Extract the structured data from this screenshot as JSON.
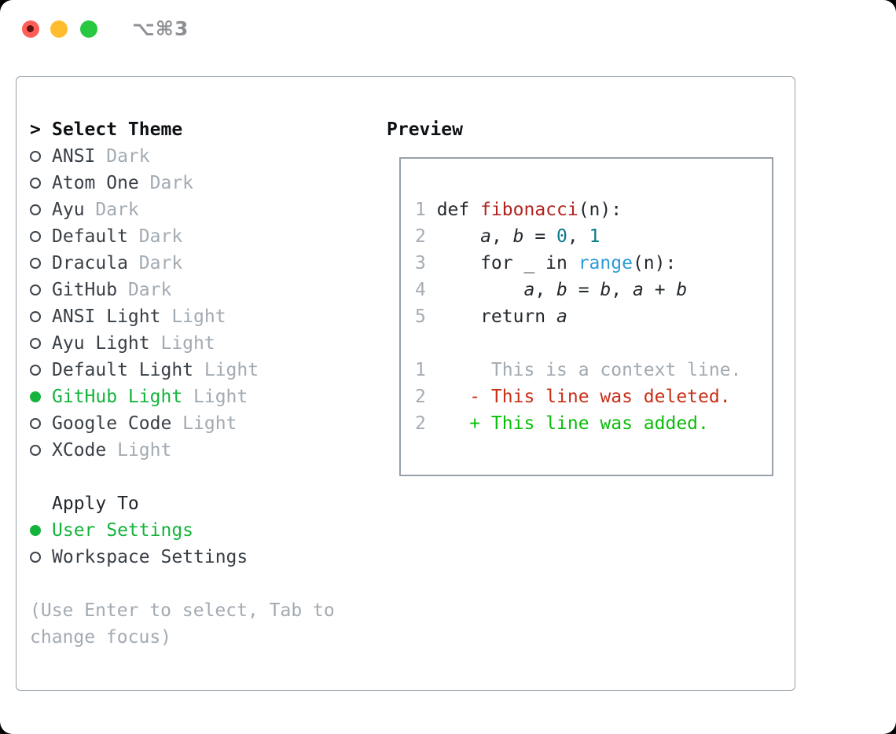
{
  "window": {
    "title": "⌥⌘3"
  },
  "titlebar": {
    "buttons": [
      "close",
      "minimize",
      "zoom"
    ]
  },
  "theme_panel": {
    "header_prefix": ">",
    "header": "Select Theme",
    "items": [
      {
        "name": "ANSI",
        "tag": "Dark",
        "selected": false
      },
      {
        "name": "Atom One",
        "tag": "Dark",
        "selected": false
      },
      {
        "name": "Ayu",
        "tag": "Dark",
        "selected": false
      },
      {
        "name": "Default",
        "tag": "Dark",
        "selected": false
      },
      {
        "name": "Dracula",
        "tag": "Dark",
        "selected": false
      },
      {
        "name": "GitHub",
        "tag": "Dark",
        "selected": false
      },
      {
        "name": "ANSI Light",
        "tag": "Light",
        "selected": false
      },
      {
        "name": "Ayu Light",
        "tag": "Light",
        "selected": false
      },
      {
        "name": "Default Light",
        "tag": "Light",
        "selected": false
      },
      {
        "name": "GitHub Light",
        "tag": "Light",
        "selected": true
      },
      {
        "name": "Google Code",
        "tag": "Light",
        "selected": false
      },
      {
        "name": "XCode",
        "tag": "Light",
        "selected": false
      }
    ],
    "apply_to": {
      "header": "Apply To",
      "options": [
        {
          "label": "User Settings",
          "selected": true
        },
        {
          "label": "Workspace Settings",
          "selected": false
        }
      ]
    },
    "help_lines": [
      "(Use Enter to select, Tab to",
      "change focus)"
    ]
  },
  "preview": {
    "header": "Preview",
    "code_lines": [
      {
        "num": "1",
        "tokens": [
          {
            "t": "def ",
            "c": "plain"
          },
          {
            "t": "fibonacci",
            "c": "func"
          },
          {
            "t": "(n):",
            "c": "plain"
          }
        ]
      },
      {
        "num": "2",
        "tokens": [
          {
            "t": "    ",
            "c": "plain"
          },
          {
            "t": "a",
            "c": "var"
          },
          {
            "t": ", ",
            "c": "plain"
          },
          {
            "t": "b",
            "c": "var"
          },
          {
            "t": " = ",
            "c": "plain"
          },
          {
            "t": "0",
            "c": "num"
          },
          {
            "t": ", ",
            "c": "plain"
          },
          {
            "t": "1",
            "c": "num"
          }
        ]
      },
      {
        "num": "3",
        "tokens": [
          {
            "t": "    for _ in ",
            "c": "plain"
          },
          {
            "t": "range",
            "c": "builtin"
          },
          {
            "t": "(n):",
            "c": "plain"
          }
        ]
      },
      {
        "num": "4",
        "tokens": [
          {
            "t": "        ",
            "c": "plain"
          },
          {
            "t": "a",
            "c": "var"
          },
          {
            "t": ", ",
            "c": "plain"
          },
          {
            "t": "b",
            "c": "var"
          },
          {
            "t": " = ",
            "c": "plain"
          },
          {
            "t": "b",
            "c": "var"
          },
          {
            "t": ", ",
            "c": "plain"
          },
          {
            "t": "a",
            "c": "var"
          },
          {
            "t": " + ",
            "c": "plain"
          },
          {
            "t": "b",
            "c": "var"
          }
        ]
      },
      {
        "num": "5",
        "tokens": [
          {
            "t": "    return ",
            "c": "plain"
          },
          {
            "t": "a",
            "c": "var"
          }
        ]
      }
    ],
    "diff_lines": [
      {
        "num": "1",
        "text": "     This is a context line.",
        "kind": "context"
      },
      {
        "num": "2",
        "text": "   - This line was deleted.",
        "kind": "deleted"
      },
      {
        "num": "2",
        "text": "   + This line was added.",
        "kind": "added"
      }
    ]
  },
  "colors": {
    "selection_green": "#14b43c",
    "added_green": "#0bbd0b",
    "deleted_red": "#c93018",
    "function_red": "#b02420",
    "number_teal": "#0b7a87",
    "builtin_blue": "#2e9bd6",
    "muted_gray": "#a2aab2",
    "border_gray": "#98a1aa",
    "code_text": "#24292e",
    "traffic_red": "#ff5f57",
    "traffic_yellow": "#febc2e",
    "traffic_green": "#28c840"
  }
}
